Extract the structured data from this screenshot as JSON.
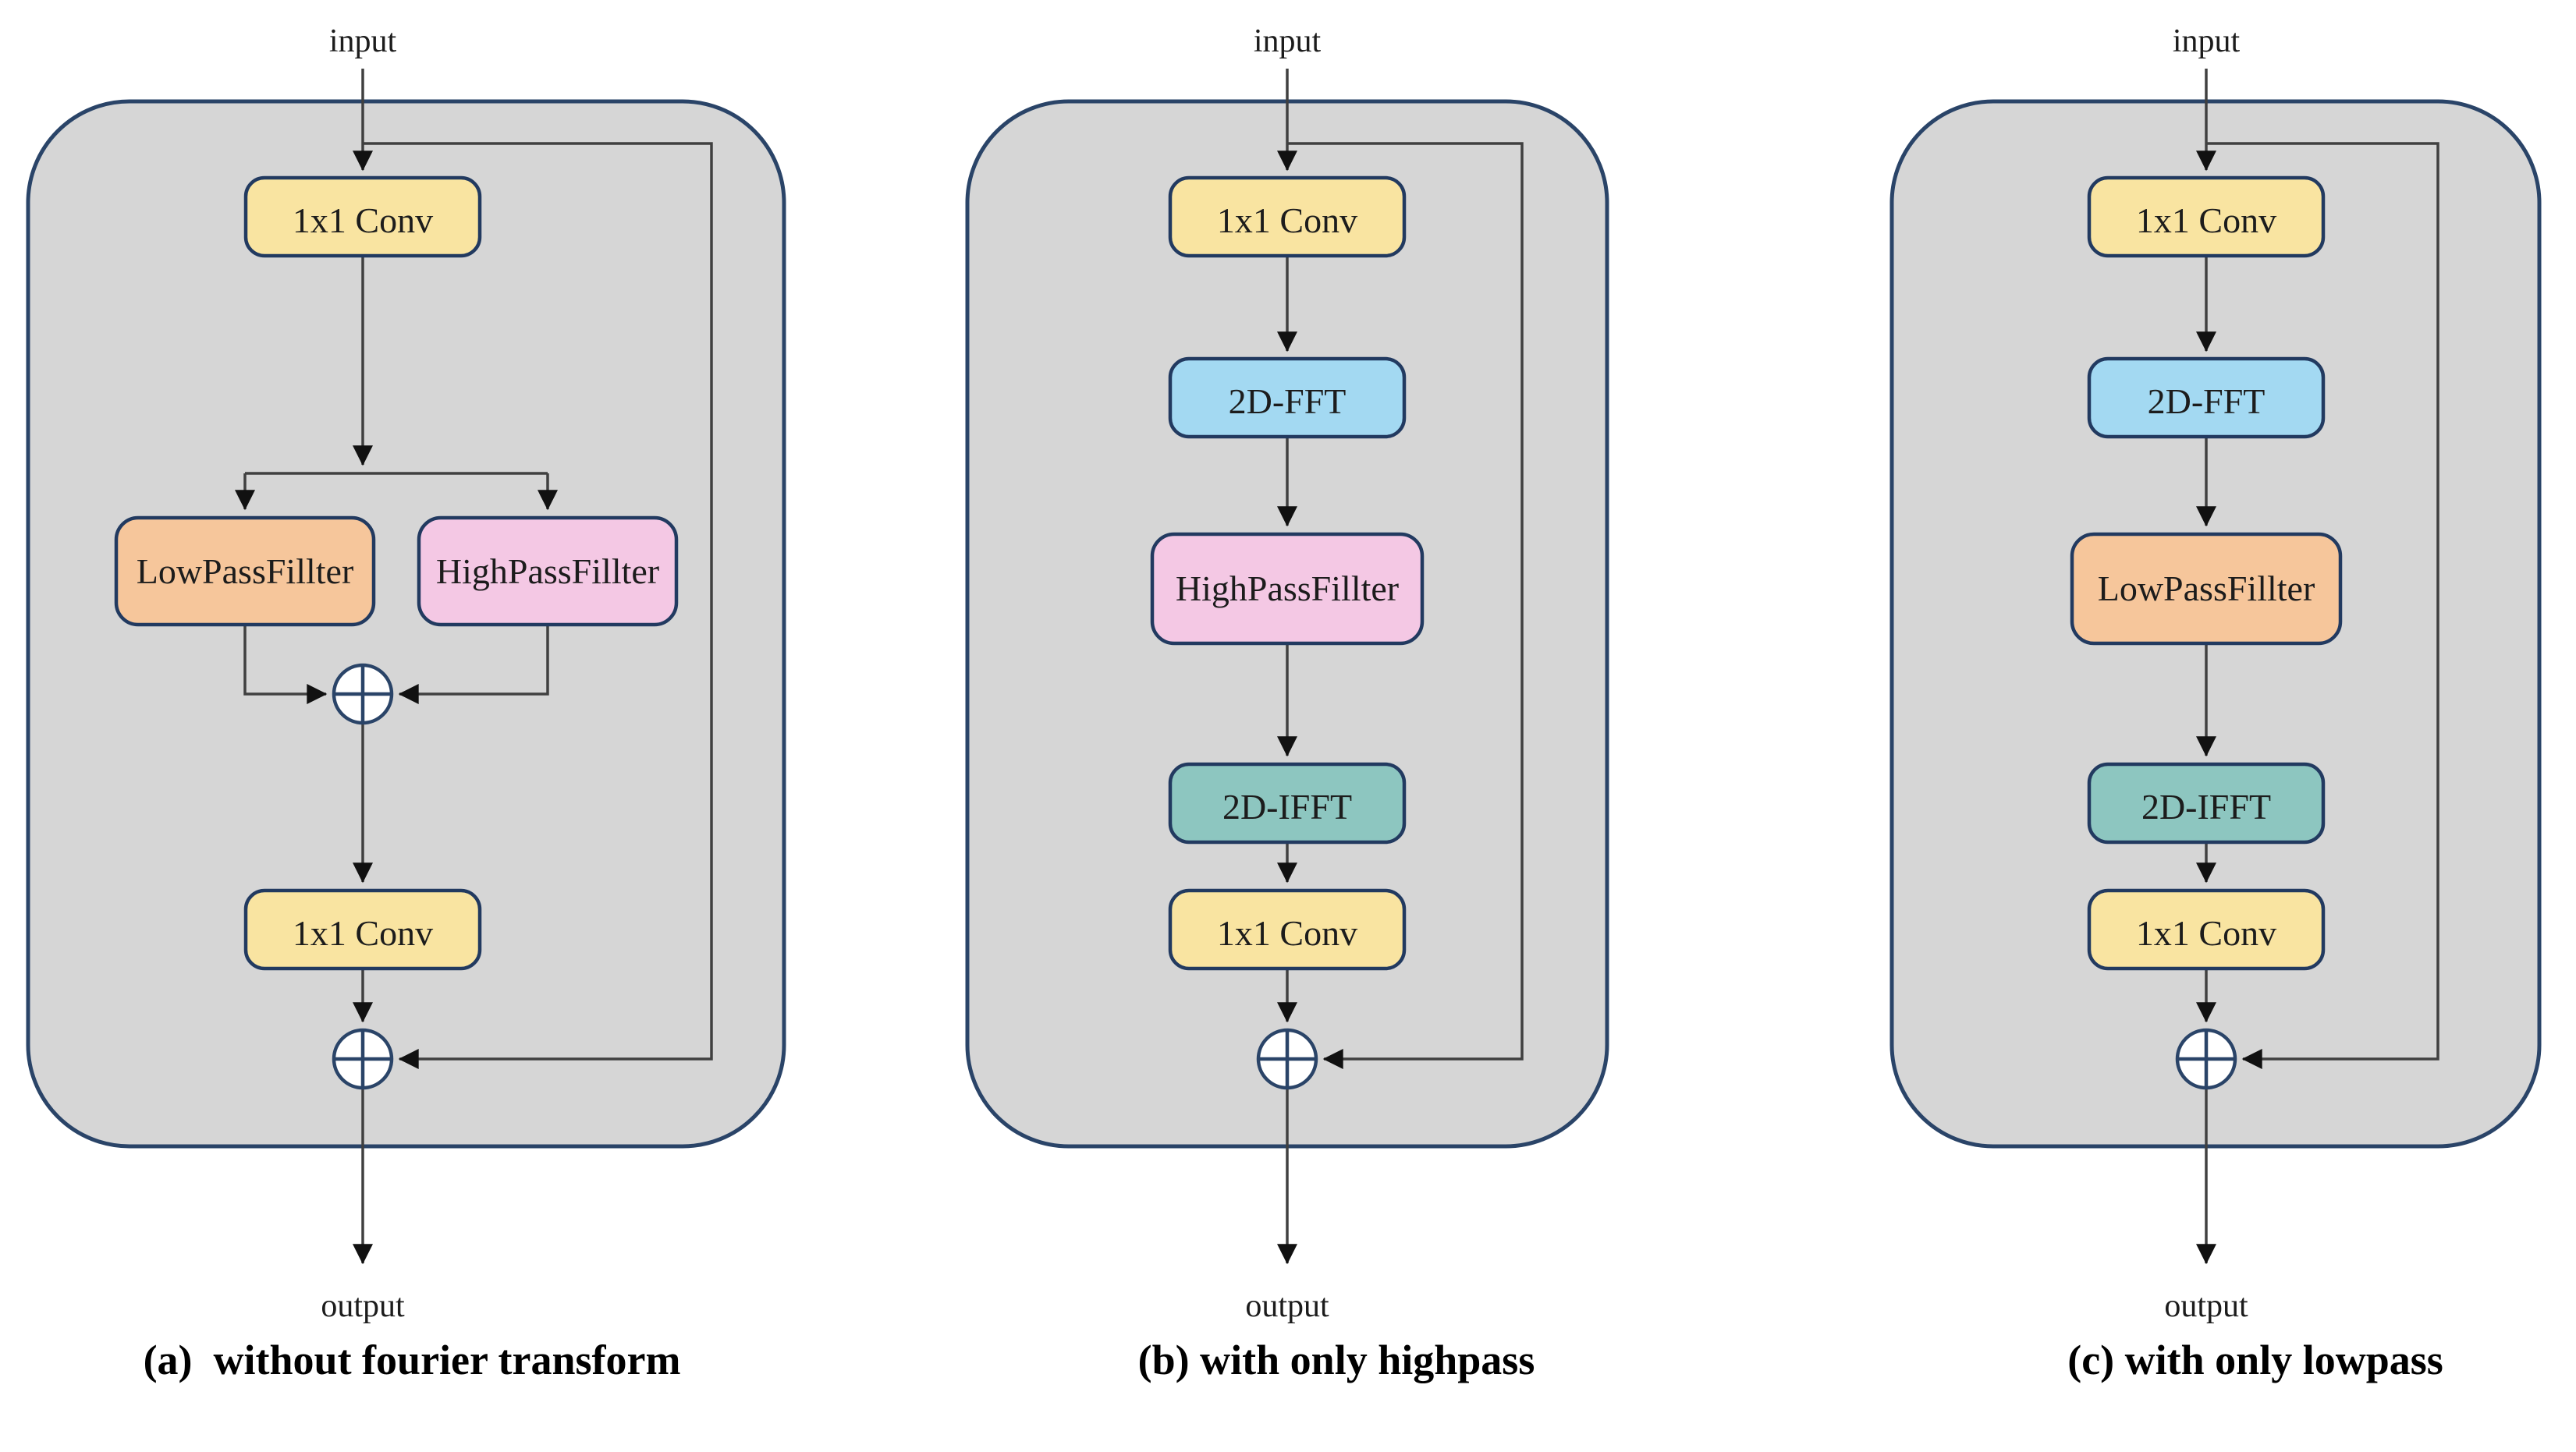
{
  "figure": {
    "description": "Three residual block diagrams comparing fourier-transform variants"
  },
  "colors": {
    "background": "#ffffff",
    "container_fill": "#d6d6d6",
    "container_border": "#2a4468",
    "block_border": "#223a60",
    "conv_fill": "#f9e4a1",
    "fft_fill": "#a3d9f2",
    "ifft_fill": "#8dc6c0",
    "lowpass_fill": "#f6c69b",
    "highpass_fill": "#f4c8e4",
    "connector_line": "#404040",
    "arrowhead": "#111111",
    "sum_fill": "#ffffff",
    "text": "#1c1c1c"
  },
  "panels": {
    "a": {
      "input_label": "input",
      "output_label": "output",
      "caption": "(a)  without fourier transform",
      "blocks": {
        "conv_top": "1x1 Conv",
        "lowpass": "LowPassFillter",
        "highpass": "HighPassFillter",
        "conv_bottom": "1x1 Conv"
      }
    },
    "b": {
      "input_label": "input",
      "output_label": "output",
      "caption": "(b) with only highpass",
      "blocks": {
        "conv_top": "1x1 Conv",
        "fft": "2D-FFT",
        "highpass": "HighPassFillter",
        "ifft": "2D-IFFT",
        "conv_bottom": "1x1 Conv"
      }
    },
    "c": {
      "input_label": "input",
      "output_label": "output",
      "caption": "(c) with only lowpass",
      "blocks": {
        "conv_top": "1x1 Conv",
        "fft": "2D-FFT",
        "lowpass": "LowPassFillter",
        "ifft": "2D-IFFT",
        "conv_bottom": "1x1 Conv"
      }
    }
  }
}
